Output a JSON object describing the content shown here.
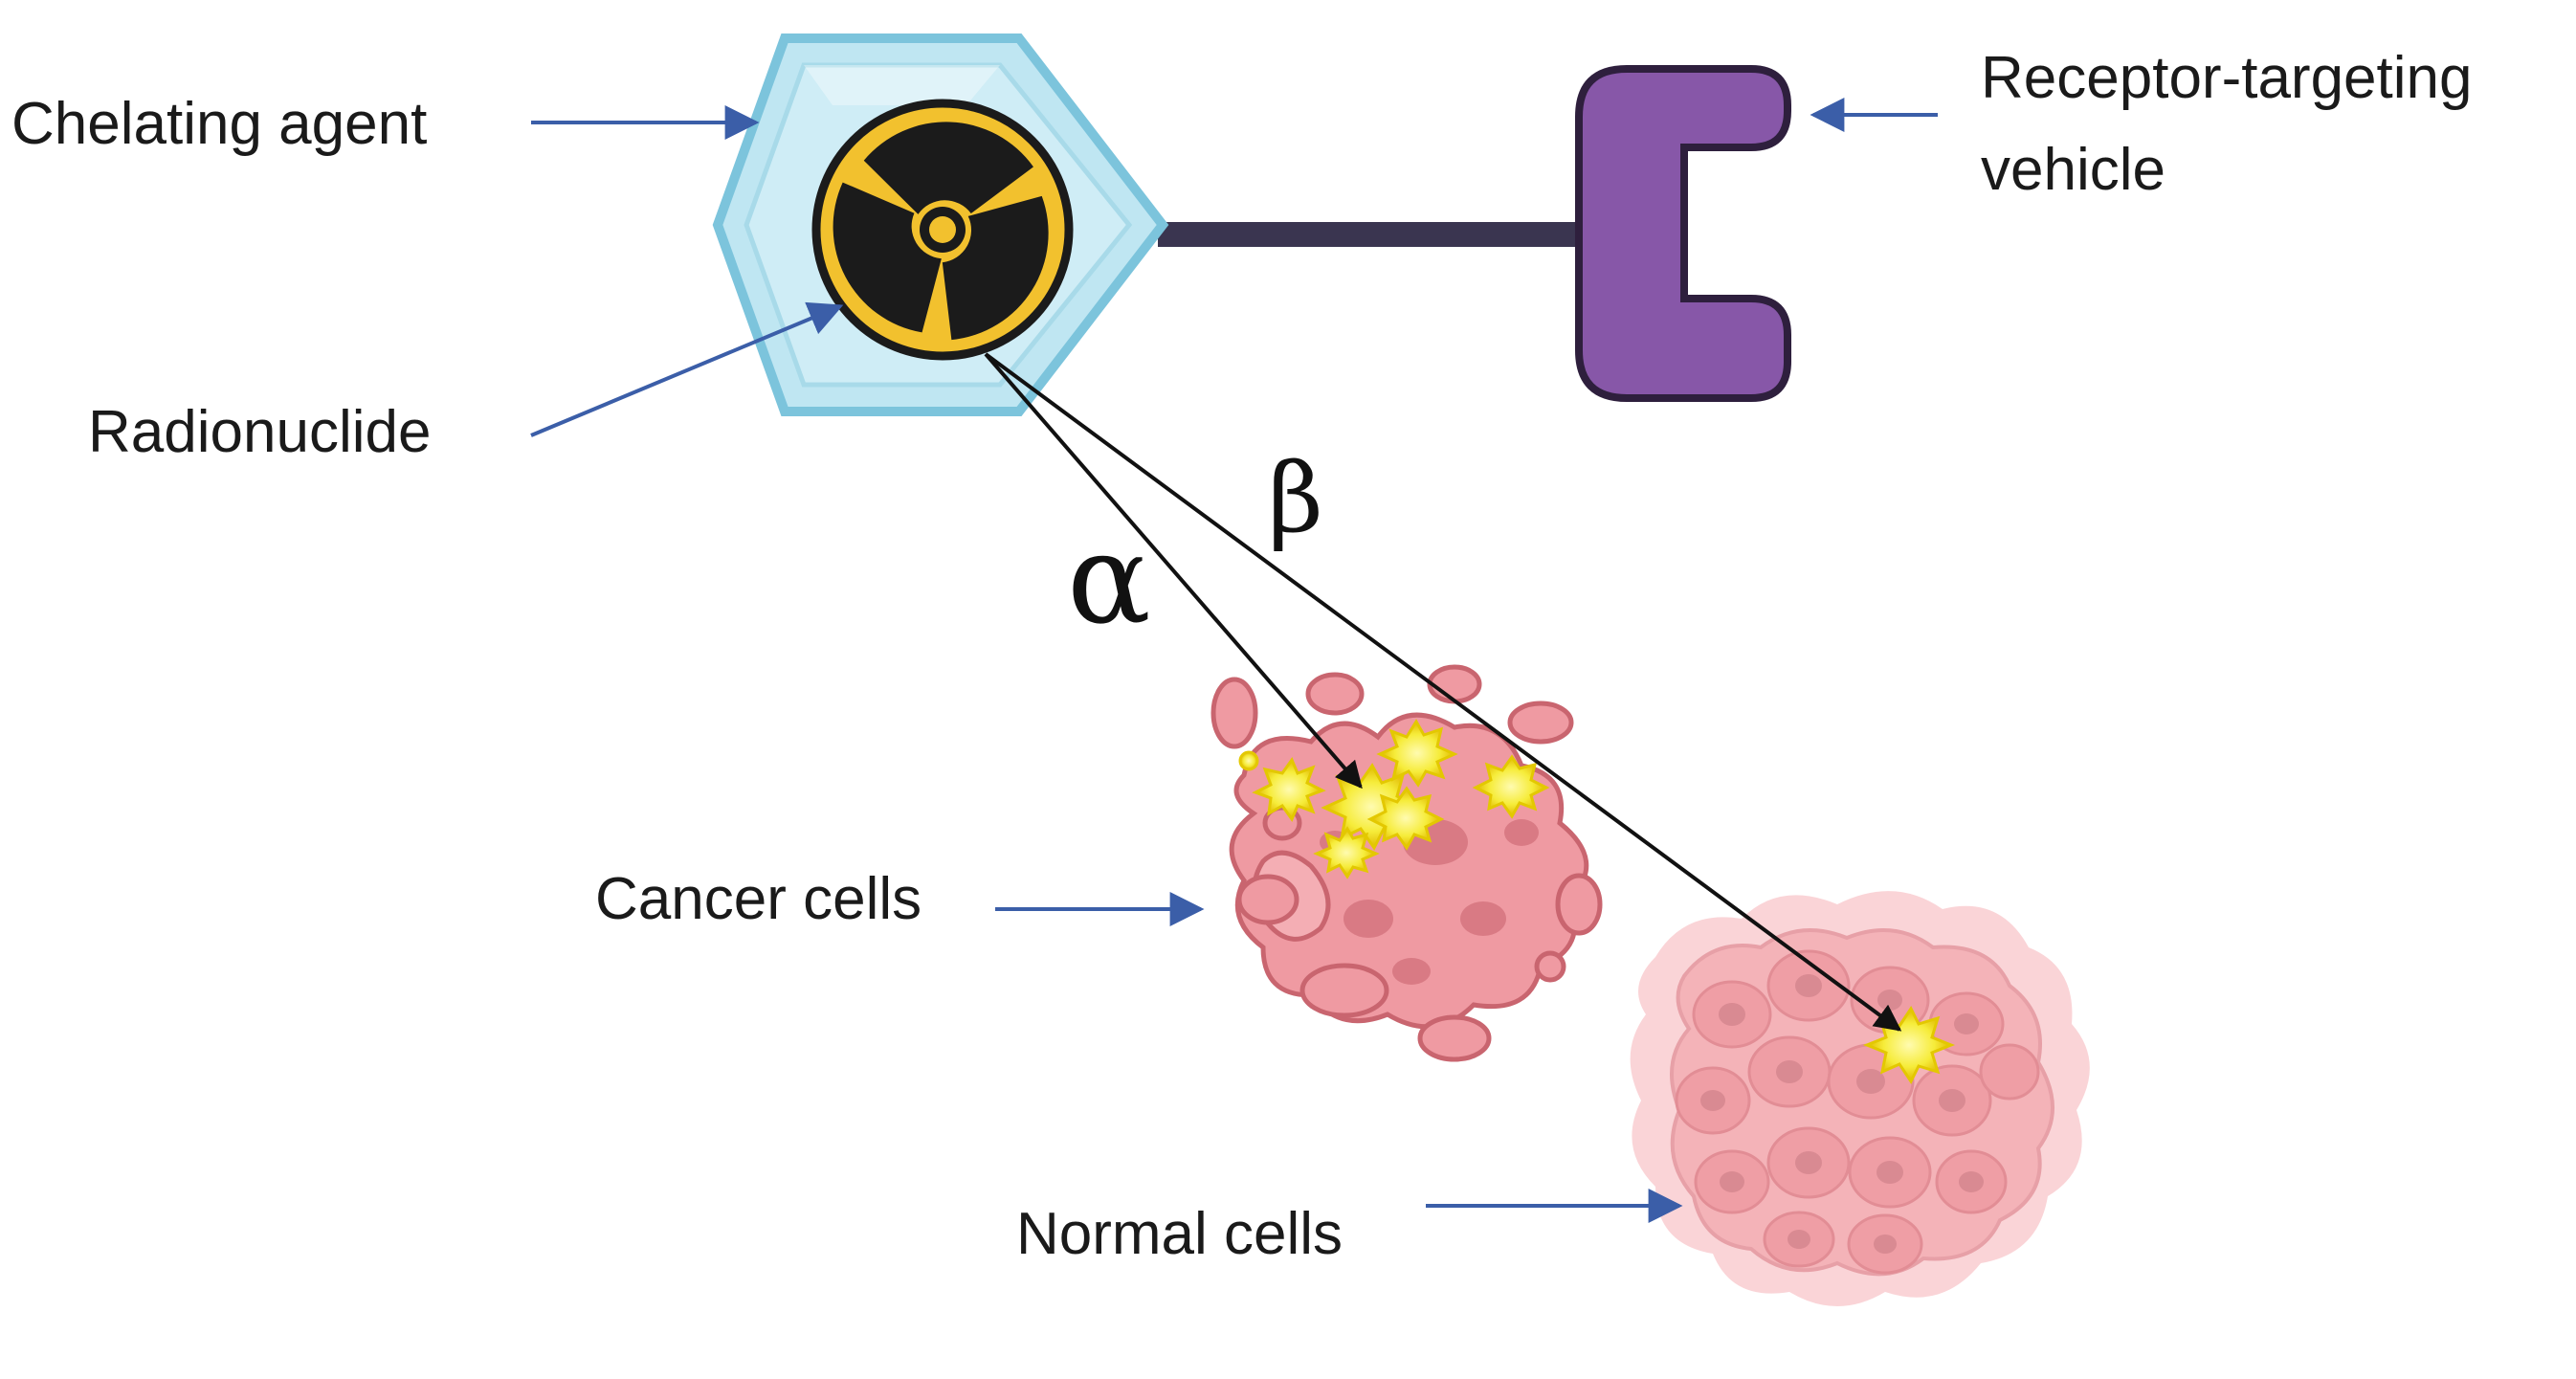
{
  "labels": {
    "chelating_agent": "Chelating agent",
    "radionuclide": "Radionuclide",
    "receptor_line1": "Receptor-targeting",
    "receptor_line2": "vehicle",
    "cancer_cells": "Cancer cells",
    "normal_cells": "Normal cells",
    "alpha": "α",
    "beta": "β"
  },
  "colors": {
    "hexagon_fill": "#bfe6f2",
    "hexagon_stroke": "#7cc4dc",
    "radiation_yellow": "#f2c12e",
    "radiation_black": "#1b1b1b",
    "linker": "#3a3550",
    "receptor_purple": "#8757a8",
    "receptor_stroke": "#2e1f3d",
    "cancer_pink": "#ef9aa2",
    "cancer_dark": "#c9656f",
    "normal_pink": "#f4b3b8",
    "normal_dark": "#d98a92",
    "hit_yellow": "#f6ec3a",
    "pointer_arrow": "#3b5ea8"
  }
}
